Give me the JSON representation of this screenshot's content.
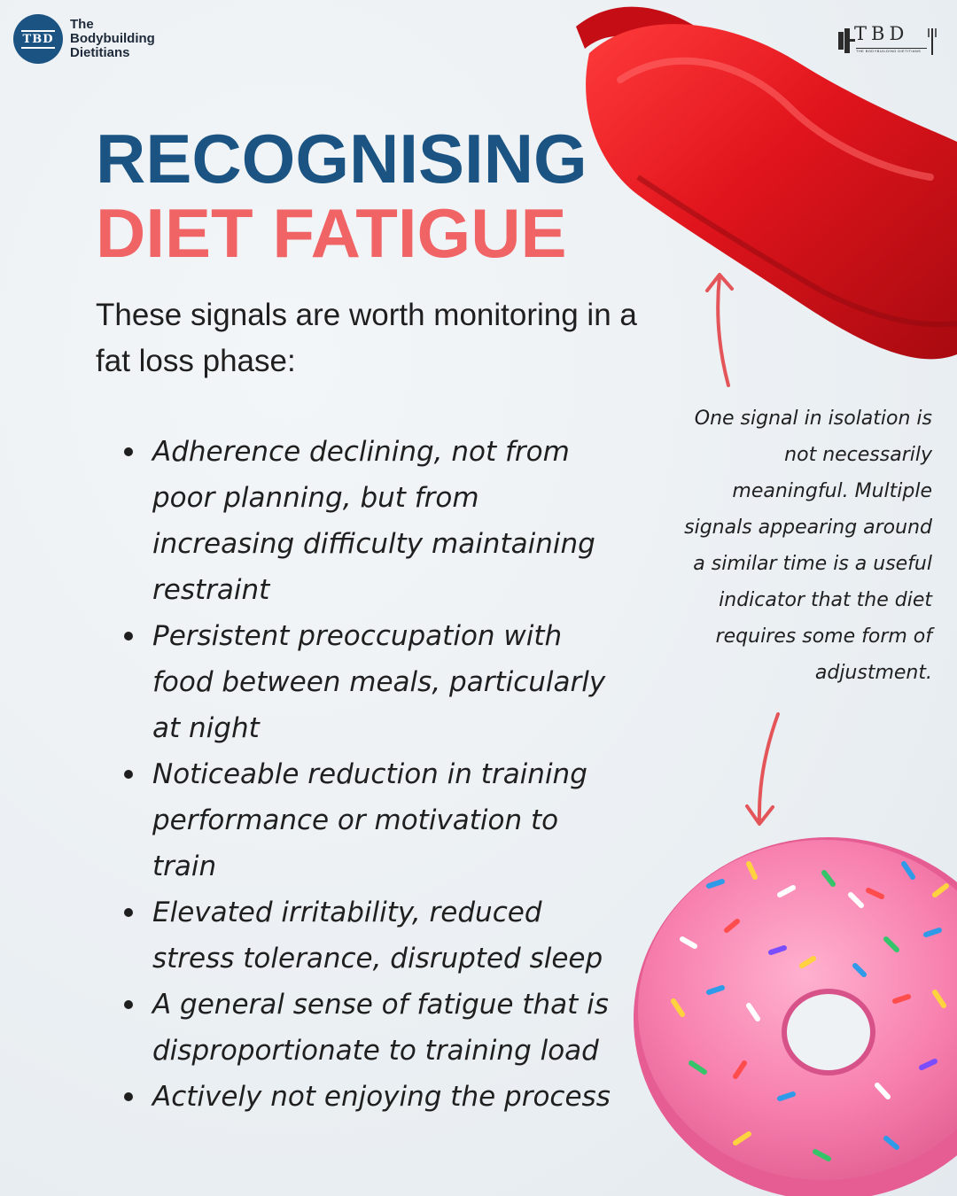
{
  "brand": {
    "badge_text": "TBD",
    "name_line_1": "The",
    "name_line_2": "Bodybuilding",
    "name_line_3": "Dietitians",
    "color": "#1b5482"
  },
  "logo_top_right": {
    "letters": "TBD",
    "subline": "THE BODYBUILDING DIETITIANS"
  },
  "title": {
    "line_1": "RECOGNISING",
    "line_2": "DIET FATIGUE",
    "line_1_color": "#1b5482",
    "line_2_color": "#f16466"
  },
  "intro": "These signals are worth monitoring in a fat loss phase:",
  "bullets": [
    "Adherence declining, not from poor planning, but from increasing difficulty maintaining restraint",
    "Persistent preoccupation with food between meals, particularly at night",
    "Noticeable reduction in training performance or motivation to train",
    "Elevated irritability, reduced stress tolerance, disrupted sleep",
    "A general sense of fatigue that is disproportionate to training load",
    "Actively not enjoying the process"
  ],
  "side_note": "One signal in isolation is not necessarily meaningful. Multiple signals appearing around a similar time is a useful indicator that the diet requires some form of adjustment.",
  "images": {
    "top_right": "sleep-mask-image",
    "bottom_right": "pink-sprinkled-donut-image"
  },
  "arrow_color": "#e4555a"
}
